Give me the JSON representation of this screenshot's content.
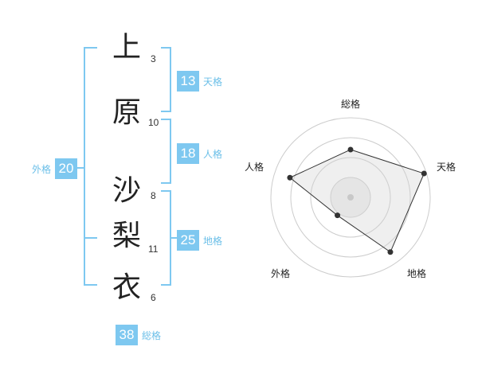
{
  "name": {
    "chars": [
      {
        "char": "上",
        "strokes": "3"
      },
      {
        "char": "原",
        "strokes": "10"
      },
      {
        "char": "沙",
        "strokes": "8"
      },
      {
        "char": "梨",
        "strokes": "11"
      },
      {
        "char": "衣",
        "strokes": "6"
      }
    ]
  },
  "fortunes": {
    "tenkaku": {
      "value": "13",
      "label": "天格"
    },
    "jinkaku": {
      "value": "18",
      "label": "人格"
    },
    "chikaku": {
      "value": "25",
      "label": "地格"
    },
    "gaikaku": {
      "value": "20",
      "label": "外格"
    },
    "soukaku": {
      "value": "38",
      "label": "総格"
    }
  },
  "colors": {
    "accent": "#7ec8f0",
    "label": "#6bbfe8",
    "bracket": "#7ec8f0"
  },
  "chart_data": {
    "type": "radar",
    "axes": [
      "総格",
      "天格",
      "地格",
      "外格",
      "人格"
    ],
    "values": [
      0.6,
      0.97,
      0.85,
      0.28,
      0.8
    ],
    "range": [
      0,
      1
    ],
    "rings": 4
  }
}
